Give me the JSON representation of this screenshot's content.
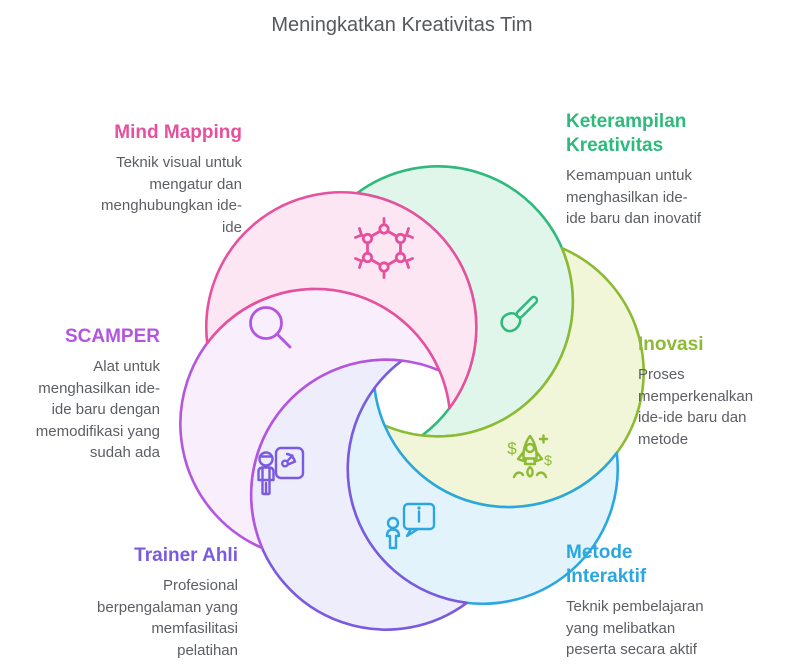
{
  "title": "Meningkatkan Kreativitas Tim",
  "colors": {
    "title_text": "#55585c",
    "body_text": "#5b5e63"
  },
  "items": [
    {
      "id": "mind-mapping",
      "title_lines": [
        "Mind Mapping"
      ],
      "desc_lines": [
        "Teknik visual untuk",
        "mengatur dan",
        "menghubungkan ide-",
        "ide"
      ],
      "color": "#e6509d",
      "fill": "#fce6f3",
      "icon": "molecule-icon"
    },
    {
      "id": "keterampilan-kreativitas",
      "title_lines": [
        "Keterampilan",
        "Kreativitas"
      ],
      "desc_lines": [
        "Kemampuan untuk",
        "menghasilkan ide-",
        "ide baru dan inovatif"
      ],
      "color": "#2eba7c",
      "fill": "#e1f6ea",
      "icon": "paintbrush-icon"
    },
    {
      "id": "scamper",
      "title_lines": [
        "SCAMPER"
      ],
      "desc_lines": [
        "Alat untuk",
        "menghasilkan ide-",
        "ide baru dengan",
        "memodifikasi yang",
        "sudah ada"
      ],
      "color": "#b455e0",
      "fill": "#f9eefc",
      "icon": "magnifier-icon"
    },
    {
      "id": "inovasi",
      "title_lines": [
        "Inovasi"
      ],
      "desc_lines": [
        "Proses",
        "memperkenalkan",
        "ide-ide baru dan",
        "metode"
      ],
      "color": "#8cba33",
      "fill": "#f0f6d7",
      "icon": "rocket-icon"
    },
    {
      "id": "trainer-ahli",
      "title_lines": [
        "Trainer Ahli"
      ],
      "desc_lines": [
        "Profesional",
        "berpengalaman yang",
        "memfasilitasi",
        "pelatihan"
      ],
      "color": "#7a5be0",
      "fill": "#eeedfb",
      "icon": "presenter-icon"
    },
    {
      "id": "metode-interaktif",
      "title_lines": [
        "Metode",
        "Interaktif"
      ],
      "desc_lines": [
        "Teknik pembelajaran",
        "yang melibatkan",
        "peserta secara aktif"
      ],
      "color": "#2aa7e0",
      "fill": "#e3f3fc",
      "icon": "info-chat-icon"
    }
  ]
}
